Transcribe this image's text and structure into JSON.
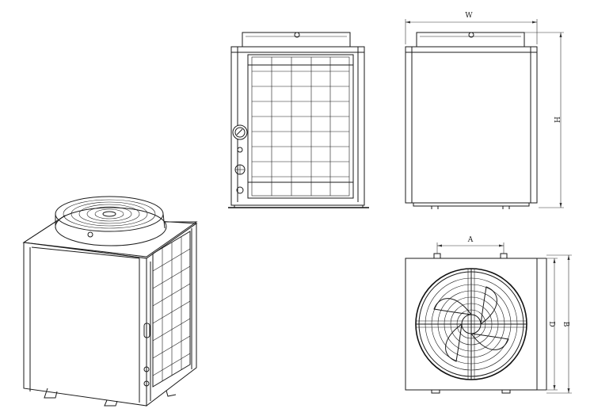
{
  "dimensions": {
    "width_label": "W",
    "height_label": "H",
    "fan_spacing_label": "A",
    "depth_label": "D",
    "overall_label": "B"
  },
  "colors": {
    "line": "#1a1a1a",
    "background": "#ffffff"
  }
}
